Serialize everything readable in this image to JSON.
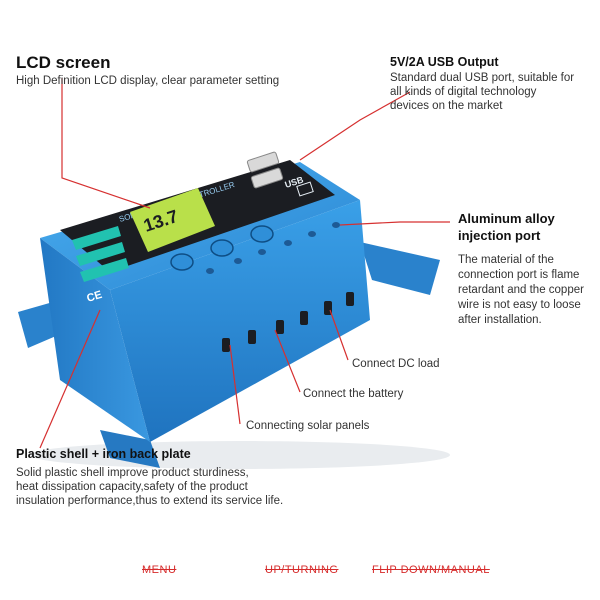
{
  "callouts": {
    "lcd": {
      "title": "LCD screen",
      "desc": "High Definition LCD display, clear parameter setting"
    },
    "usb": {
      "title": "5V/2A USB Output",
      "desc_lines": [
        "Standard dual USB port, suitable for",
        "all kinds of digital technology",
        "devices on the market"
      ]
    },
    "port": {
      "title_lines": [
        "Aluminum alloy",
        "injection port"
      ],
      "desc_lines": [
        "The material of the",
        "connection port is flame",
        "retardant and the copper",
        "wire is not easy to loose",
        "after installation."
      ]
    },
    "load": {
      "label": "Connect DC load"
    },
    "battery": {
      "label": "Connect the battery"
    },
    "solar": {
      "label": "Connecting solar panels"
    },
    "shell": {
      "title": "Plastic shell + iron back plate",
      "desc_lines": [
        "Solid plastic shell improve product sturdiness,",
        "heat dissipation capacity,safety of the product",
        "insulation performance,thus to extend its service life."
      ]
    }
  },
  "device": {
    "panel_label": "SOLAR CHARGE CONTROLLER",
    "lcd_digits": "13.7",
    "usb_label": "USB",
    "ce_mark": "CE"
  },
  "bottom_menu": {
    "menu": "MENU",
    "up": "UP/TURNING",
    "flip": "FLIP DOWN/MANUAL"
  },
  "colors": {
    "device_blue": "#2f8fd8",
    "panel_black": "#1b1d22",
    "leader_red": "#d63030",
    "lcd_green": "#b9e04a"
  }
}
